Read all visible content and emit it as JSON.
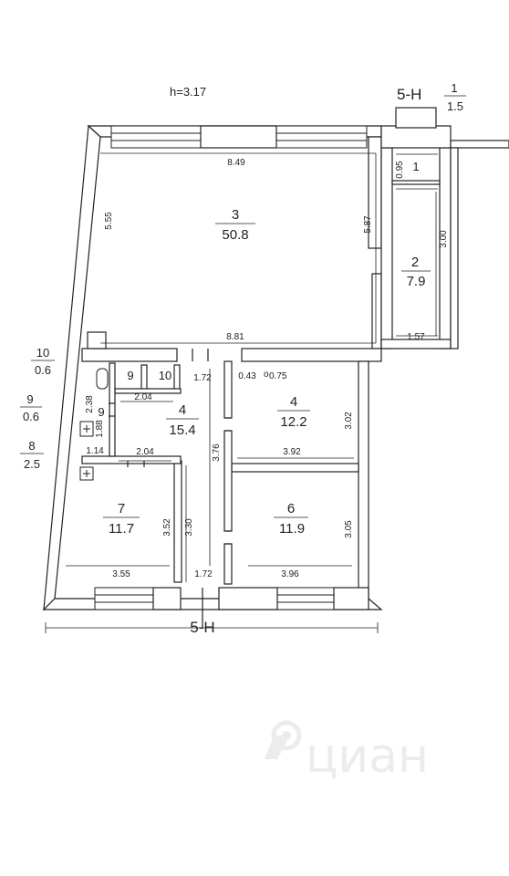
{
  "header": {
    "height_label": "h=3.17",
    "axis_label_top": "5-Н",
    "axis_label_bottom": "5-Н",
    "fraction_top": {
      "num": "1",
      "den": "1.5"
    }
  },
  "left_fractions": [
    {
      "num": "10",
      "den": "0.6"
    },
    {
      "num": "9",
      "den": "0.6"
    },
    {
      "num": "8",
      "den": "2.5"
    }
  ],
  "rooms": {
    "r1": {
      "num": "1",
      "side": "0.95"
    },
    "r2": {
      "num": "2",
      "area": "7.9",
      "side": "3.00",
      "bottom": "1.57"
    },
    "r3": {
      "num": "3",
      "area": "50.8",
      "top": "8.49",
      "left": "5.55",
      "right": "5.87",
      "bottom": "8.81"
    },
    "r4": {
      "num": "4",
      "area": "15.4"
    },
    "r4b": {
      "num": "4",
      "area": "12.2"
    },
    "r6": {
      "num": "6",
      "area": "11.9"
    },
    "r7": {
      "num": "7",
      "area": "11.7"
    },
    "r9": {
      "num": "9"
    },
    "r9b": {
      "num": "9"
    },
    "r10": {
      "num": "10"
    }
  },
  "dimensions": {
    "d172a": "1.72",
    "d043": "0.43",
    "d075": "0.75",
    "d238": "2.38",
    "d204a": "2.04",
    "d188": "1.88",
    "d114": "1.14",
    "d204b": "2.04",
    "d376": "3.76",
    "d302": "3.02",
    "d392": "3.92",
    "d352": "3.52",
    "d330": "3.30",
    "d305": "3.05",
    "d355": "3.55",
    "d172b": "1.72",
    "d396": "3.96"
  },
  "watermark": {
    "text": "циан"
  }
}
